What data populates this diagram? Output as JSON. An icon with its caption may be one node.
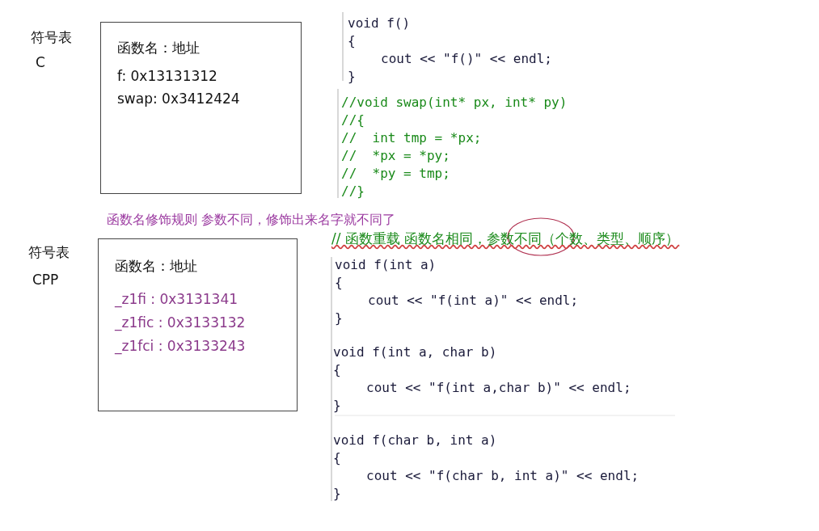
{
  "diagram": {
    "nodes": [
      {
        "text": [
          "函数名：地址",
          "f:  0x13131312",
          "swap: 0x3412424"
        ],
        "beside": [
          "符号表",
          "C"
        ]
      },
      {
        "text": [
          "函数名：地址",
          "_z1fi : 0x3131341",
          "_z1fic : 0x3133132",
          "_z1fci : 0x3133243"
        ],
        "beside": [
          "符号表",
          "CPP"
        ]
      },
      {
        "text": [],
        "shape": "circle"
      }
    ],
    "labels": [
      "void f()",
      "{",
      "cout << \"f()\" << endl;",
      "}",
      "//void swap(int* px, int* py)",
      "//{",
      "//  int tmp = *px;",
      "//  *px = *py;",
      "//  *py = tmp;",
      "//}",
      "函数名修饰规则  参数不同，修饰出来名字就不同了",
      "// 函数重载  函数名相同，参数不同（个数、类型、顺序）",
      "void f(int a)",
      "{",
      "cout << \"f(int a)\" << endl;",
      "}",
      "void f(int a, char b)",
      "{",
      "cout << \"f(int a,char b)\" << endl;",
      "}",
      "void f(char b, int a)",
      "{",
      "cout << \"f(char b, int a)\" << endl;",
      "}"
    ]
  }
}
